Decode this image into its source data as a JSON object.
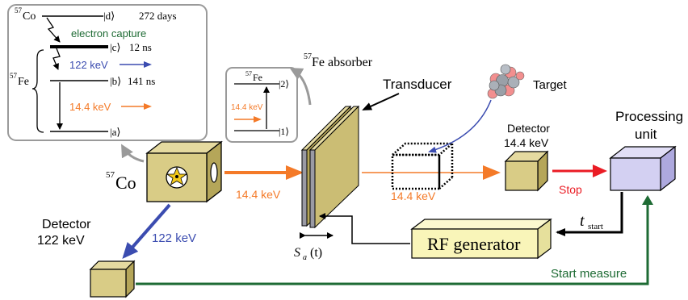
{
  "colors": {
    "box_fill": "#d9cc86",
    "box_side": "#b5a659",
    "orange": "#f47a28",
    "red": "#ea1c24",
    "blue": "#3b4cb0",
    "green": "#1e6b34",
    "proc_front": "#d3d0f2",
    "proc_side": "#aea9de",
    "rf_fill": "#f9f5b9",
    "gray_arrow": "#9a9a9a"
  },
  "level_scheme": {
    "parent_label_mass": "57",
    "parent_label_el": "Co",
    "daughter_label_mass": "57",
    "daughter_label_el": "Fe",
    "state_d": "|d⟩",
    "state_c": "|c⟩",
    "state_b": "|b⟩",
    "state_a": "|a⟩",
    "half_life_d": "272 days",
    "half_life_c": "12 ns",
    "half_life_b": "141 ns",
    "capture_label": "electron capture",
    "gamma_122": "122 keV",
    "gamma_144": "14.4 keV"
  },
  "absorber_scheme": {
    "element_mass": "57",
    "element_el": "Fe",
    "state_upper": "|2⟩",
    "state_lower": "|1⟩",
    "gamma_label": "14.4 keV"
  },
  "source": {
    "mass": "57",
    "el": "Co",
    "icon": "radiation-star-icon"
  },
  "absorber": {
    "title_mass": "57",
    "title_el": "Fe absorber"
  },
  "transducer_label": "Transducer",
  "target_label": "Target",
  "beam_label_1": "14.4 keV",
  "beam_label_2": "14.4 keV",
  "detector_144": {
    "line1": "Detector",
    "line2": "14.4 keV"
  },
  "detector_122": {
    "line1": "Detector",
    "line2": "122 keV"
  },
  "beam_122_label": "122 keV",
  "stop_label": "Stop",
  "processing_unit": {
    "line1": "Processing",
    "line2": "unit"
  },
  "rf_generator_label": "RF generator",
  "t_start": {
    "t": "t",
    "sub": "start"
  },
  "motion_label": {
    "s": "S",
    "sub": "a",
    "arg": "(t)"
  },
  "start_measure_label": "Start measure"
}
